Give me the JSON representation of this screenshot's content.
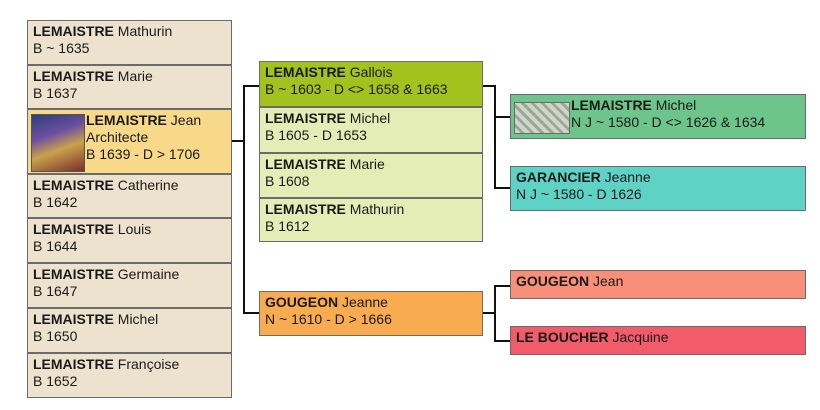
{
  "siblings": [
    {
      "surname": "LEMAISTRE",
      "given": "Mathurin",
      "dates": "B ~ 1635"
    },
    {
      "surname": "LEMAISTRE",
      "given": "Marie",
      "dates": "B 1637"
    },
    {
      "surname": "LEMAISTRE",
      "given": "Jean",
      "occupation": "Architecte",
      "dates": "B 1639 - D > 1706"
    },
    {
      "surname": "LEMAISTRE",
      "given": "Catherine",
      "dates": "B 1642"
    },
    {
      "surname": "LEMAISTRE",
      "given": "Louis",
      "dates": "B 1644"
    },
    {
      "surname": "LEMAISTRE",
      "given": "Germaine",
      "dates": "B 1647"
    },
    {
      "surname": "LEMAISTRE",
      "given": "Michel",
      "dates": "B 1650"
    },
    {
      "surname": "LEMAISTRE",
      "given": "Françoise",
      "dates": "B 1652"
    }
  ],
  "father_family": [
    {
      "surname": "LEMAISTRE",
      "given": "Gallois",
      "dates": "B ~ 1603 - D <> 1658 & 1663"
    },
    {
      "surname": "LEMAISTRE",
      "given": "Michel",
      "dates": "B 1605 - D 1653"
    },
    {
      "surname": "LEMAISTRE",
      "given": "Marie",
      "dates": "B 1608"
    },
    {
      "surname": "LEMAISTRE",
      "given": "Mathurin",
      "dates": "B 1612"
    }
  ],
  "mother": {
    "surname": "GOUGEON",
    "given": "Jeanne",
    "dates": "N ~ 1610 - D > 1666"
  },
  "paternal_grandfather": {
    "surname": "LEMAISTRE",
    "given": "Michel",
    "dates": "N J ~ 1580 - D <> 1626 & 1634"
  },
  "paternal_grandmother": {
    "surname": "GARANCIER",
    "given": "Jeanne",
    "dates": "N J ~ 1580 - D 1626"
  },
  "maternal_grandfather": {
    "surname": "GOUGEON",
    "given": "Jean"
  },
  "maternal_grandmother": {
    "surname": "LE BOUCHER",
    "given": "Jacquine"
  },
  "colors": {
    "sibling_bg": "#ede2cd",
    "focus_bg": "#f8d98a",
    "father_bg": "#a3c21e",
    "father_siblings_bg": "#e4edb6",
    "mother_bg": "#f8ac4f",
    "grandfather_bg": "#6dc58c",
    "grandmother_bg": "#5ed3c5",
    "maternal_grandfather_bg": "#f78f7a",
    "maternal_grandmother_bg": "#f15b6a"
  }
}
